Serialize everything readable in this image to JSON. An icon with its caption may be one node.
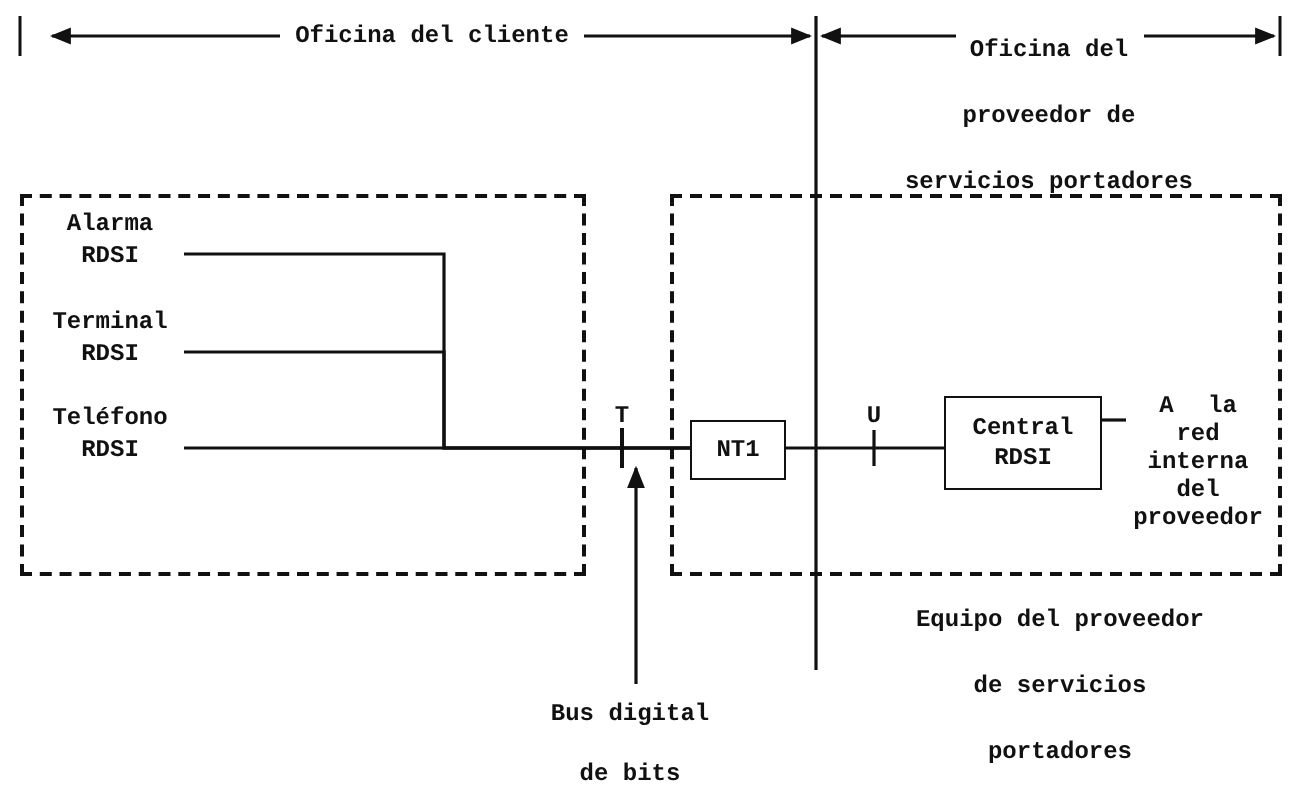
{
  "diagram": {
    "nodes": [
      {
        "text": [],
        "shape": "box"
      },
      {
        "text": [
          "Alarma RDSI"
        ],
        "in": 0
      },
      {
        "text": [
          "Terminal RDSI"
        ],
        "in": 0
      },
      {
        "text": [
          "Teléfono RDSI"
        ],
        "in": 0
      },
      {
        "text": [
          "Equipo del proveedor de servicios portadores"
        ]
      },
      {
        "text": [
          "NT1"
        ],
        "in": 4
      },
      {
        "text": [
          "Central RDSI"
        ],
        "in": 4
      },
      {
        "text": [
          "A la red interna del proveedor"
        ],
        "in": 4
      },
      {
        "text": [
          "Bus digital de bits"
        ]
      },
      {
        "text": [],
        "shape": "bar"
      }
    ],
    "edges": [
      {
        "from": 1,
        "to": 5,
        "arrow": "none"
      },
      {
        "from": 2,
        "to": 5,
        "arrow": "none"
      },
      {
        "from": 3,
        "to": 5,
        "arrow": "none"
      },
      {
        "from": 5,
        "to": 6,
        "arrow": "none"
      },
      {
        "from": 6,
        "to": 7,
        "arrow": "none"
      },
      {
        "from": 8,
        "to": 9,
        "arrow": "to"
      }
    ],
    "labels": [
      "Oficina del cliente",
      "Oficina del proveedor de servicios portadores",
      "T",
      "U"
    ]
  }
}
